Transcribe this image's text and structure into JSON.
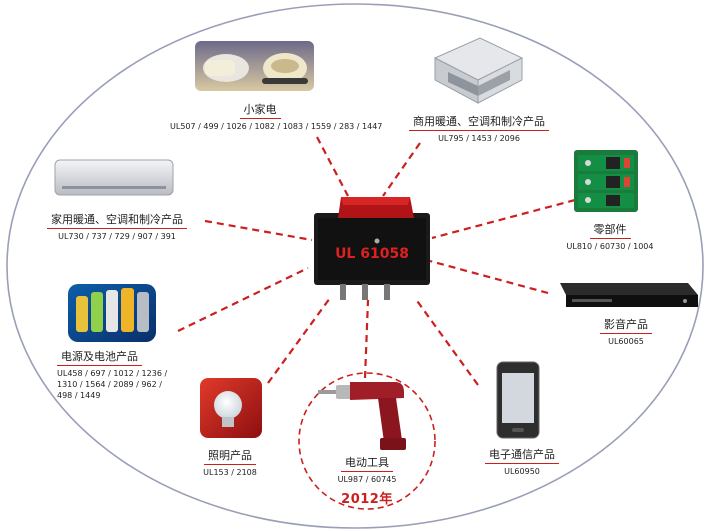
{
  "center": {
    "label": "UL 61058"
  },
  "nodes": {
    "small_appliance": {
      "category": "小家电",
      "standards": "UL507 / 499 / 1026 / 1082 / 1083 / 1559 / 283 / 1447"
    },
    "commercial_hvac": {
      "category": "商用暖通、空调和制冷产品",
      "standards": "UL795 / 1453 / 2096"
    },
    "household_hvac": {
      "category": "家用暖通、空调和制冷产品",
      "standards": "UL730 / 737 / 729 / 907 / 391"
    },
    "components": {
      "category": "零部件",
      "standards": "UL810 / 60730 / 1004"
    },
    "power_battery": {
      "category": "电源及电池产品",
      "standards_lines": [
        "UL458 / 697 / 1012 / 1236 /",
        "1310 / 1564 / 2089 / 962 /",
        "498 / 1449"
      ]
    },
    "audio_video": {
      "category": "影音产品",
      "standards": "UL60065"
    },
    "lighting": {
      "category": "照明产品",
      "standards": "UL153 / 2108"
    },
    "power_tools": {
      "category": "电动工具",
      "standards": "UL987 / 60745",
      "year": "2012年"
    },
    "telecom": {
      "category": "电子通信产品",
      "standards": "UL60950"
    }
  },
  "colors": {
    "accent": "#cc1f1f",
    "ring": "#9a9fb8"
  }
}
